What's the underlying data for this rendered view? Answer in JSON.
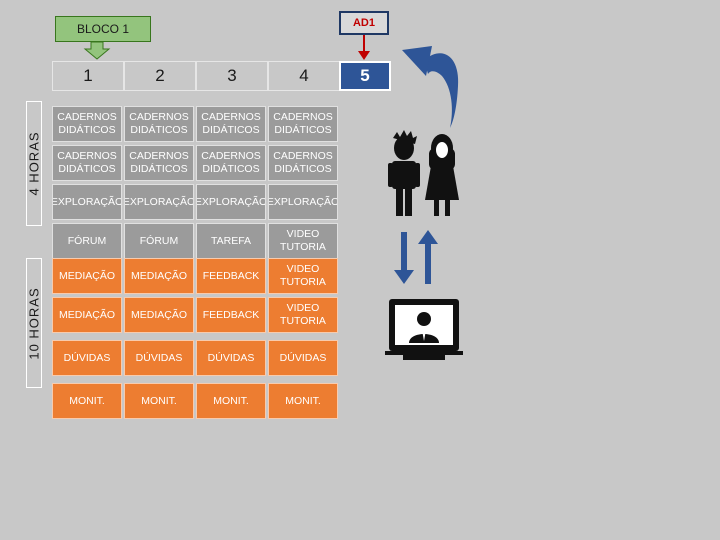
{
  "bloco": {
    "label": "BLOCO 1"
  },
  "ad1": {
    "label": "AD1"
  },
  "columns": [
    "1",
    "2",
    "3",
    "4",
    "5"
  ],
  "left_labels": {
    "top": "4 HORAS",
    "bottom": "10 HORAS"
  },
  "rows": [
    {
      "style": "g",
      "cells": [
        "CADERNOS\nDIDÁTICOS",
        "CADERNOS\nDIDÁTICOS",
        "CADERNOS\nDIDÁTICOS",
        "CADERNOS\nDIDÁTICOS"
      ]
    },
    {
      "style": "g",
      "cells": [
        "CADERNOS\nDIDÁTICOS",
        "CADERNOS\nDIDÁTICOS",
        "CADERNOS\nDIDÁTICOS",
        "CADERNOS\nDIDÁTICOS"
      ]
    },
    {
      "style": "g",
      "cells": [
        "EXPLORAÇÃO",
        "EXPLORAÇÃO",
        "EXPLORAÇÃO",
        "EXPLORAÇÃO"
      ]
    },
    {
      "style": "g",
      "cells": [
        "FÓRUM",
        "FÓRUM",
        "TAREFA",
        "VIDEO\nTUTORIA"
      ]
    },
    {
      "style": "o",
      "cells": [
        "MEDIAÇÃO",
        "MEDIAÇÃO",
        "FEEDBACK",
        "VIDEO\nTUTORIA"
      ]
    },
    {
      "style": "o",
      "cells": [
        "MEDIAÇÃO",
        "MEDIAÇÃO",
        "FEEDBACK",
        "VIDEO\nTUTORIA"
      ]
    },
    {
      "style": "o",
      "cells": [
        "DÚVIDAS",
        "DÚVIDAS",
        "DÚVIDAS",
        "DÚVIDAS"
      ]
    },
    {
      "style": "o",
      "cells": [
        "MONIT.",
        "MONIT.",
        "MONIT.",
        "MONIT."
      ]
    }
  ],
  "icons": {
    "curved_arrow": "curved-arrow-icon",
    "people": "students-icon",
    "arrows": "up-down-arrows-icon",
    "monitor": "video-tutor-icon"
  },
  "colors": {
    "gray_cell": "#9b9b9b",
    "orange_cell": "#ed7d31",
    "highlight_blue": "#2e5597",
    "bloco_green": "#93c47d",
    "ad1_red": "#c00000"
  }
}
